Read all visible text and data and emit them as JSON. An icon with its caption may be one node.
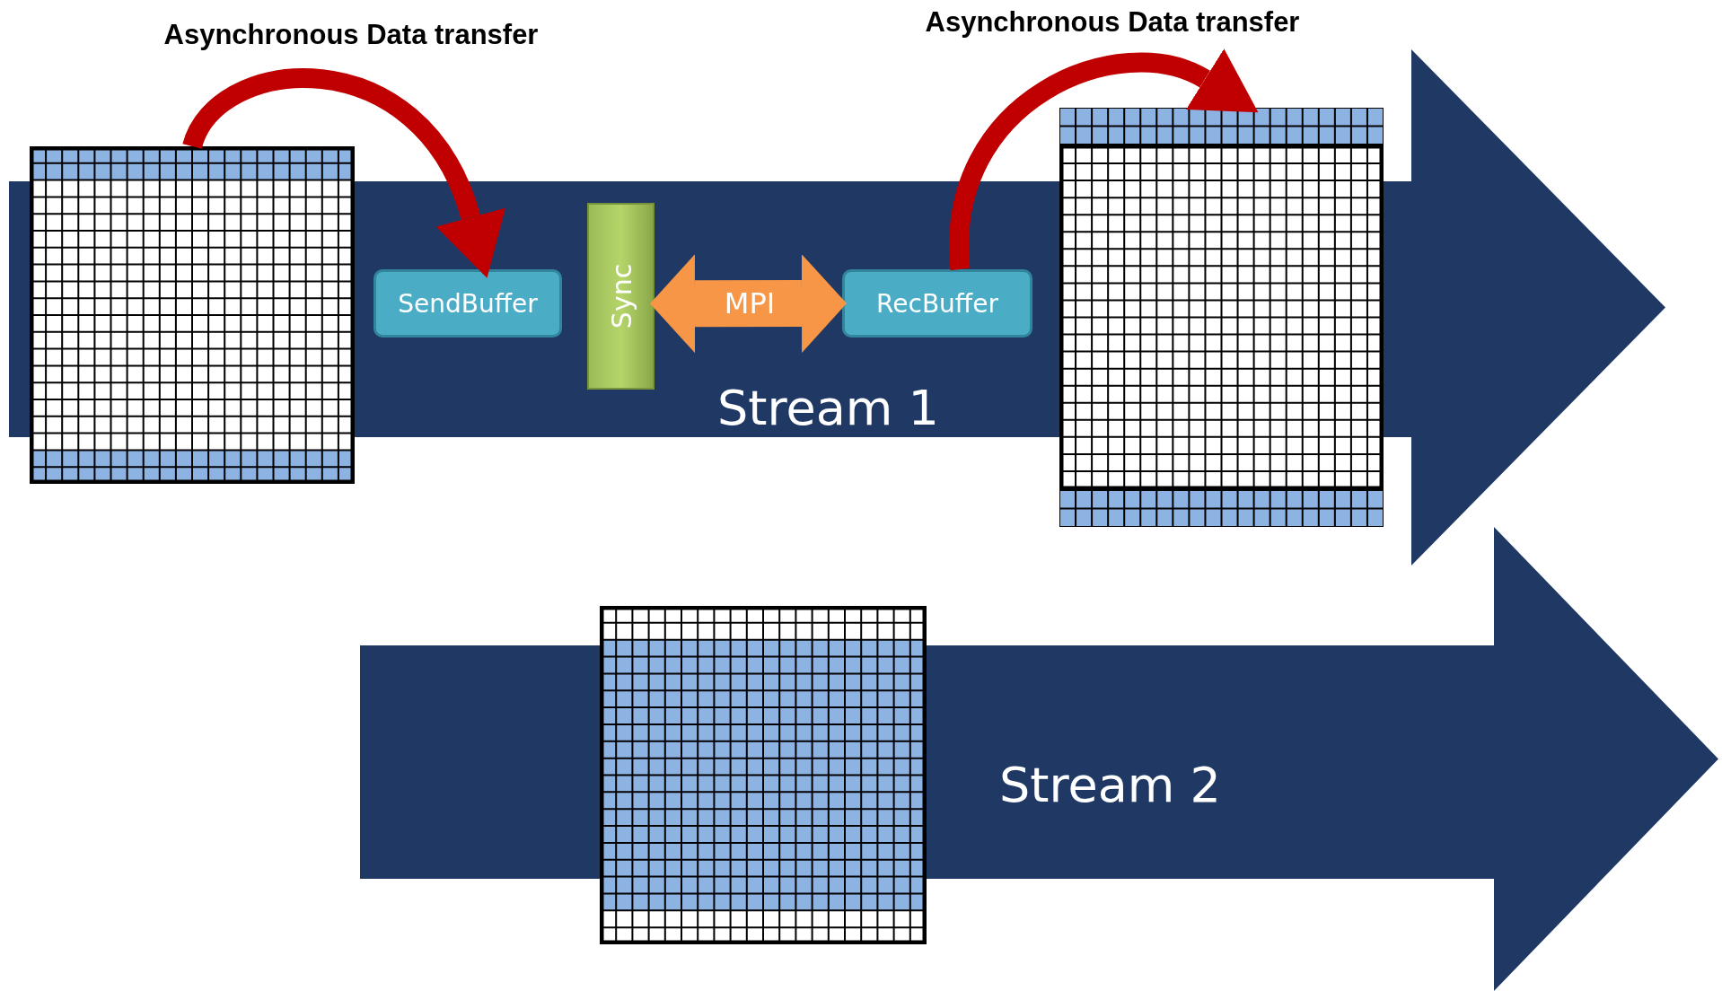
{
  "diagram": {
    "nodes": [
      {
        "text": [
          "Stream 1"
        ]
      },
      {
        "text": [],
        "shape": "grid",
        "in": 0
      },
      {
        "text": [
          "SendBuffer"
        ],
        "in": 0
      },
      {
        "text": [
          "Sync"
        ],
        "in": 0
      },
      {
        "text": [
          "RecBuffer"
        ],
        "in": 0
      },
      {
        "text": [],
        "shape": "grid",
        "in": 0
      },
      {
        "text": [
          "Stream 2"
        ]
      },
      {
        "text": [],
        "shape": "grid",
        "in": 6
      }
    ],
    "edges": [
      {
        "from": 1,
        "to": 2,
        "arrow": "to",
        "label": "Asynchronous Data transfer"
      },
      {
        "from": 3,
        "to": 4,
        "arrow": "both",
        "label": "MPI",
        "style": "thick",
        "color": "#f79646"
      },
      {
        "from": 4,
        "to": 5,
        "arrow": "to",
        "label": "Asynchronous Data transfer"
      }
    ]
  }
}
